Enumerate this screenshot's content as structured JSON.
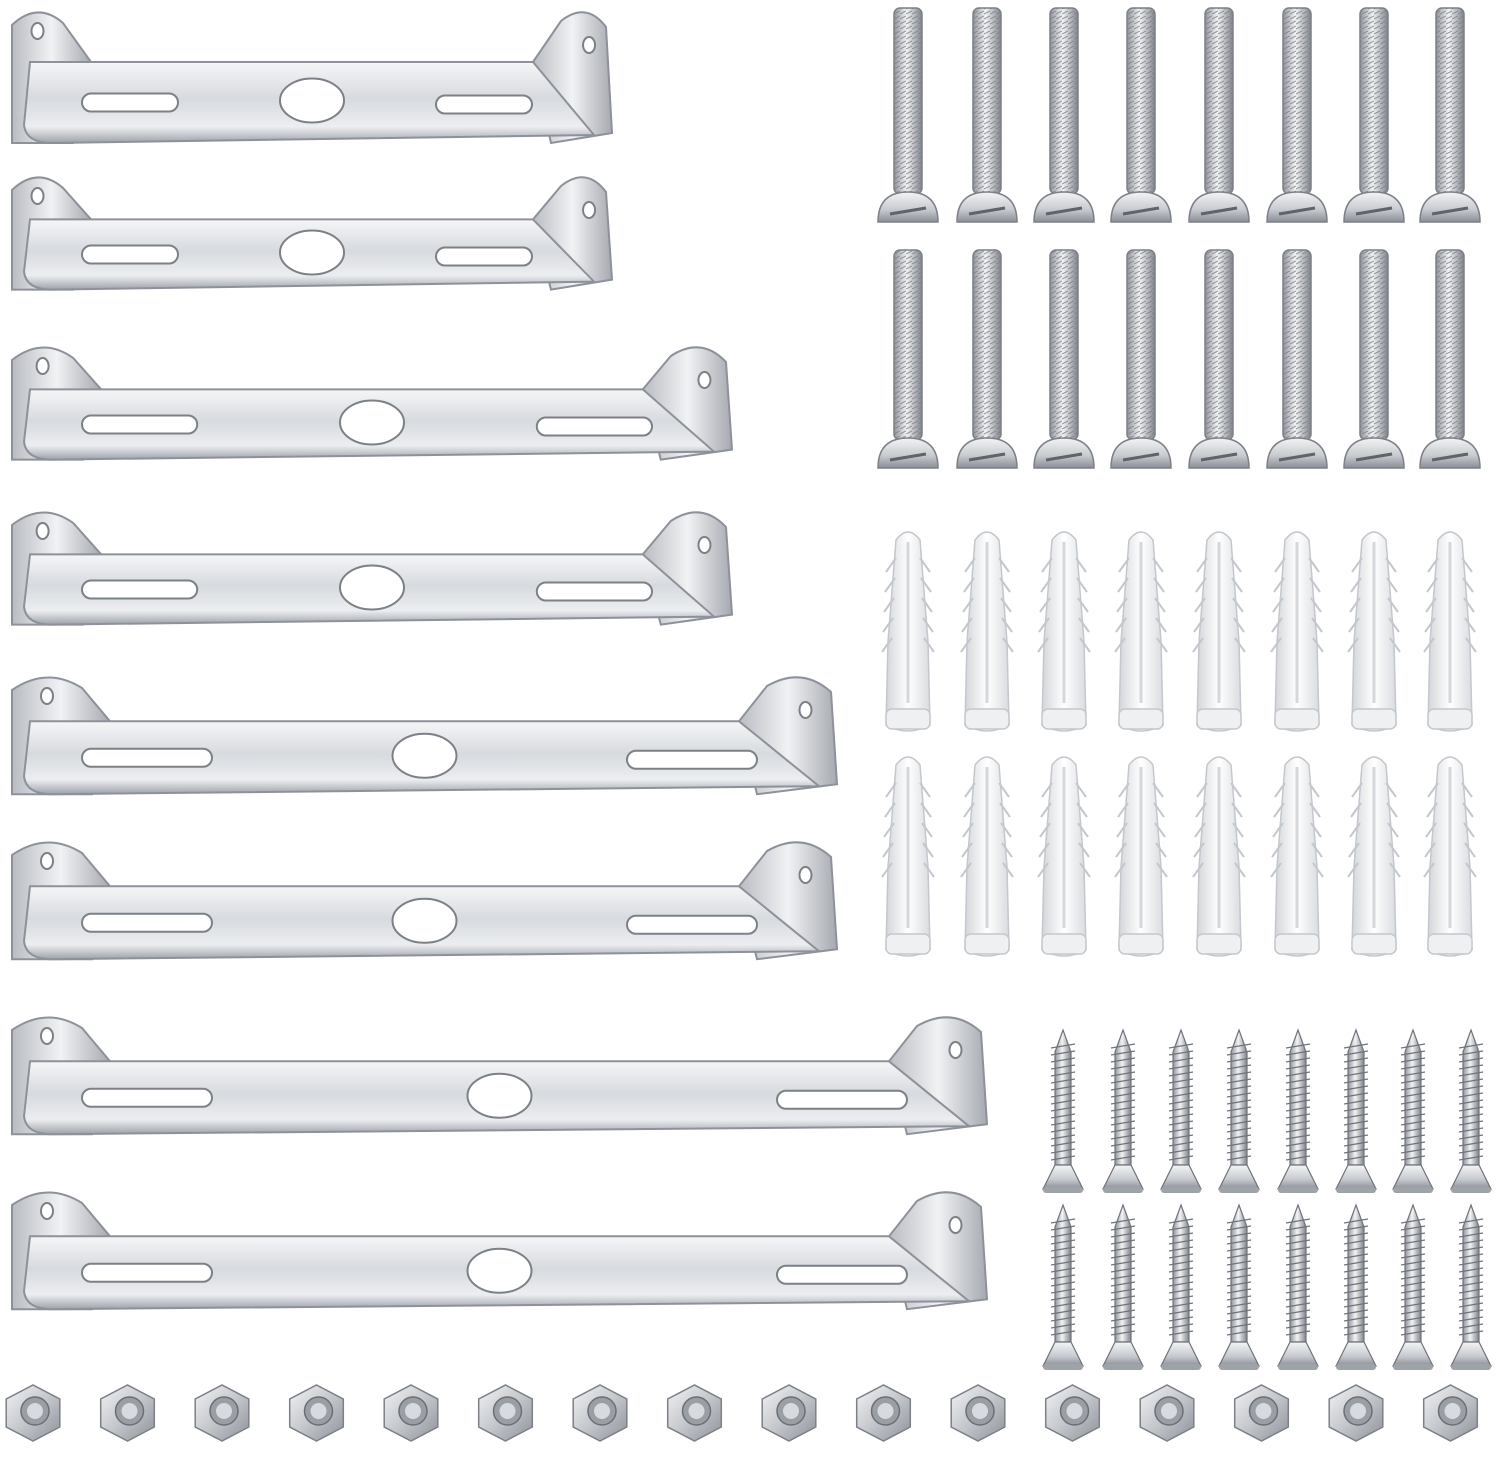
{
  "scene": {
    "background": "#ffffff",
    "metal_light": "#f4f5f7",
    "metal_mid": "#c9ccd1",
    "metal_dark": "#8d9199",
    "plastic_light": "#ffffff",
    "plastic_mid": "#e7e9ec",
    "plastic_dark": "#c4c7cc"
  },
  "items": {
    "brackets": {
      "count": 8,
      "icon": "crossbar-bracket-icon"
    },
    "machine_screws": {
      "count": 16,
      "icon": "round-head-machine-screw-icon"
    },
    "wall_anchors": {
      "count": 16,
      "icon": "plastic-wall-anchor-icon"
    },
    "wood_screws": {
      "count": 16,
      "icon": "countersunk-wood-screw-icon"
    },
    "hex_nuts": {
      "count": 16,
      "icon": "hex-nut-icon"
    }
  }
}
